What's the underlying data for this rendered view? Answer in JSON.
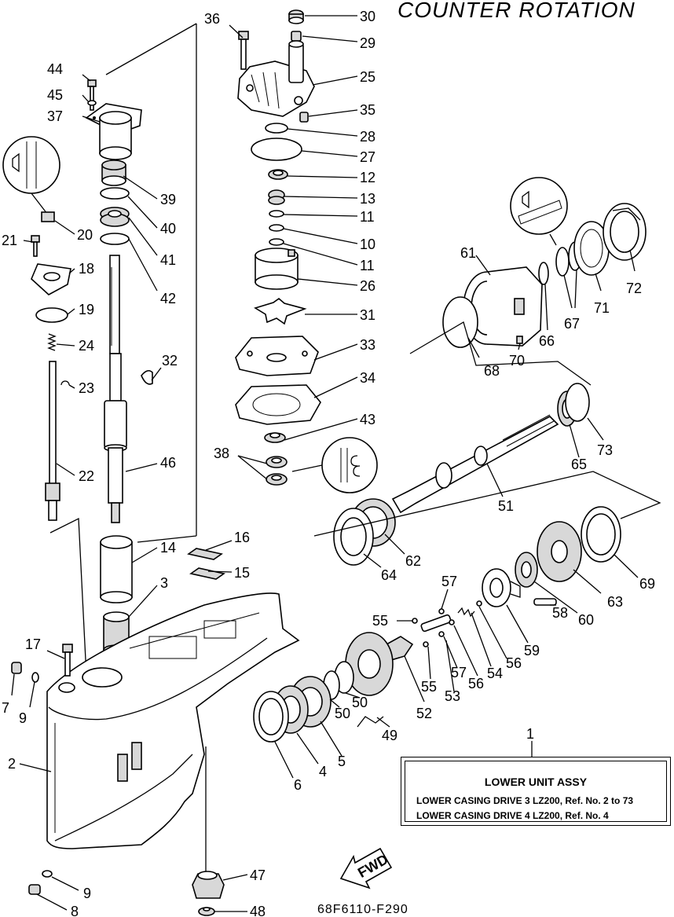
{
  "title": "COUNTER ROTATION",
  "drawing_code": "68F6110-F290",
  "fwd_label": "FWD",
  "info_box": {
    "ref_number": "1",
    "title": "LOWER UNIT ASSY",
    "rows": [
      "LOWER CASING DRIVE 3 LZ200,  Ref. No. 2 to 73",
      "LOWER CASING DRIVE 4 LZ200,  Ref. No. 4"
    ]
  },
  "callouts": {
    "c30": "30",
    "c29": "29",
    "c25": "25",
    "c35": "35",
    "c28": "28",
    "c27": "27",
    "c12": "12",
    "c13": "13",
    "c11a": "11",
    "c10": "10",
    "c11b": "11",
    "c26": "26",
    "c31": "31",
    "c33": "33",
    "c34": "34",
    "c43": "43",
    "c38": "38",
    "c36": "36",
    "c44": "44",
    "c45": "45",
    "c37": "37",
    "c39": "39",
    "c40": "40",
    "c41": "41",
    "c42": "42",
    "c20": "20",
    "c21": "21",
    "c18": "18",
    "c19": "19",
    "c24": "24",
    "c23": "23",
    "c22": "22",
    "c32": "32",
    "c46": "46",
    "c16": "16",
    "c15": "15",
    "c14": "14",
    "c3": "3",
    "c17": "17",
    "c7": "7",
    "c9a": "9",
    "c2": "2",
    "c9b": "9",
    "c8": "8",
    "c47": "47",
    "c48": "48",
    "c61": "61",
    "c72": "72",
    "c71": "71",
    "c67": "67",
    "c66": "66",
    "c70": "70",
    "c68": "68",
    "c73": "73",
    "c65": "65",
    "c51": "51",
    "c62": "62",
    "c64": "64",
    "c69": "69",
    "c63": "63",
    "c60": "60",
    "c58": "58",
    "c59": "59",
    "c57a": "57",
    "c55a": "55",
    "c56a": "56",
    "c54": "54",
    "c56b": "56",
    "c57b": "57",
    "c55b": "55",
    "c53": "53",
    "c52": "52",
    "c50a": "50",
    "c50b": "50",
    "c49": "49",
    "c6": "6",
    "c4": "4",
    "c5": "5"
  }
}
